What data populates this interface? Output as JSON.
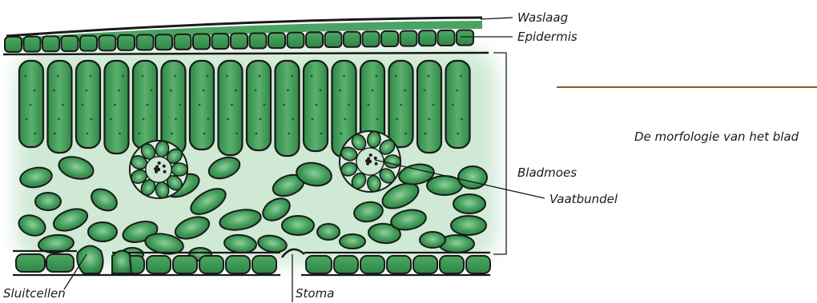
{
  "caption": "De morfologie van het blad",
  "labels": {
    "waslaag": "Waslaag",
    "epidermis": "Epidermis",
    "bladmoes": "Bladmoes",
    "vaatbundel": "Vaatbundel",
    "sluitcellen": "Sluitcellen",
    "stoma": "Stoma"
  },
  "colors": {
    "cell_fill": "#3f9a57",
    "cell_dark": "#23733a",
    "cell_light": "#9fd3a8",
    "glow": "#c9e8cf",
    "outline": "#1a1a1a",
    "caption_rule": "#8a5a1e"
  }
}
